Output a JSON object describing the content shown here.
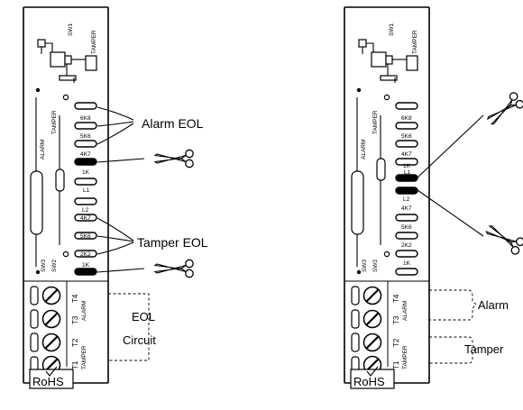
{
  "board_left": {
    "sw1": "SW1",
    "tamper_top": "TAMPER",
    "alarm_side": "ALARM",
    "tamper_side": "TAMPER",
    "alarm_links": [
      "6K8",
      "5K6",
      "4K7",
      "1K"
    ],
    "l1": "L1",
    "l2": "L2",
    "tamper_links": [
      "4K7",
      "5K6",
      "2K2",
      "1K"
    ],
    "sw3": "SW3",
    "sw2": "SW2",
    "t4": "T4",
    "t3": "T3",
    "alarm_term": "ALARM",
    "t2": "T2",
    "t1": "T1",
    "tamper_term": "TAMPER",
    "rohs": "RoHS"
  },
  "board_right": {
    "sw1": "SW1",
    "tamper_top": "TAMPER",
    "alarm_side": "ALARM",
    "tamper_side": "TAMPER",
    "alarm_links": [
      "6K8",
      "5K6",
      "4K7",
      "1K"
    ],
    "l1": "L1",
    "l2": "L2",
    "tamper_links": [
      "4K7",
      "5K6",
      "2K2",
      "1K"
    ],
    "sw3": "SW3",
    "sw2": "SW2",
    "t4": "T4",
    "t3": "T3",
    "alarm_term": "ALARM",
    "t2": "T2",
    "t1": "T1",
    "tamper_term": "TAMPER",
    "rohs": "RoHS"
  },
  "callouts_left": {
    "alarm_eol": "Alarm EOL",
    "tamper_eol": "Tamper EOL",
    "eol_line1": "EOL",
    "eol_line2": "Circuit"
  },
  "callouts_right": {
    "alarm": "Alarm",
    "tamper": "Tamper"
  },
  "icons": [
    "scissors-icon",
    "checkmark-icon",
    "screw-terminal-icon",
    "tamper-switch-icon"
  ]
}
